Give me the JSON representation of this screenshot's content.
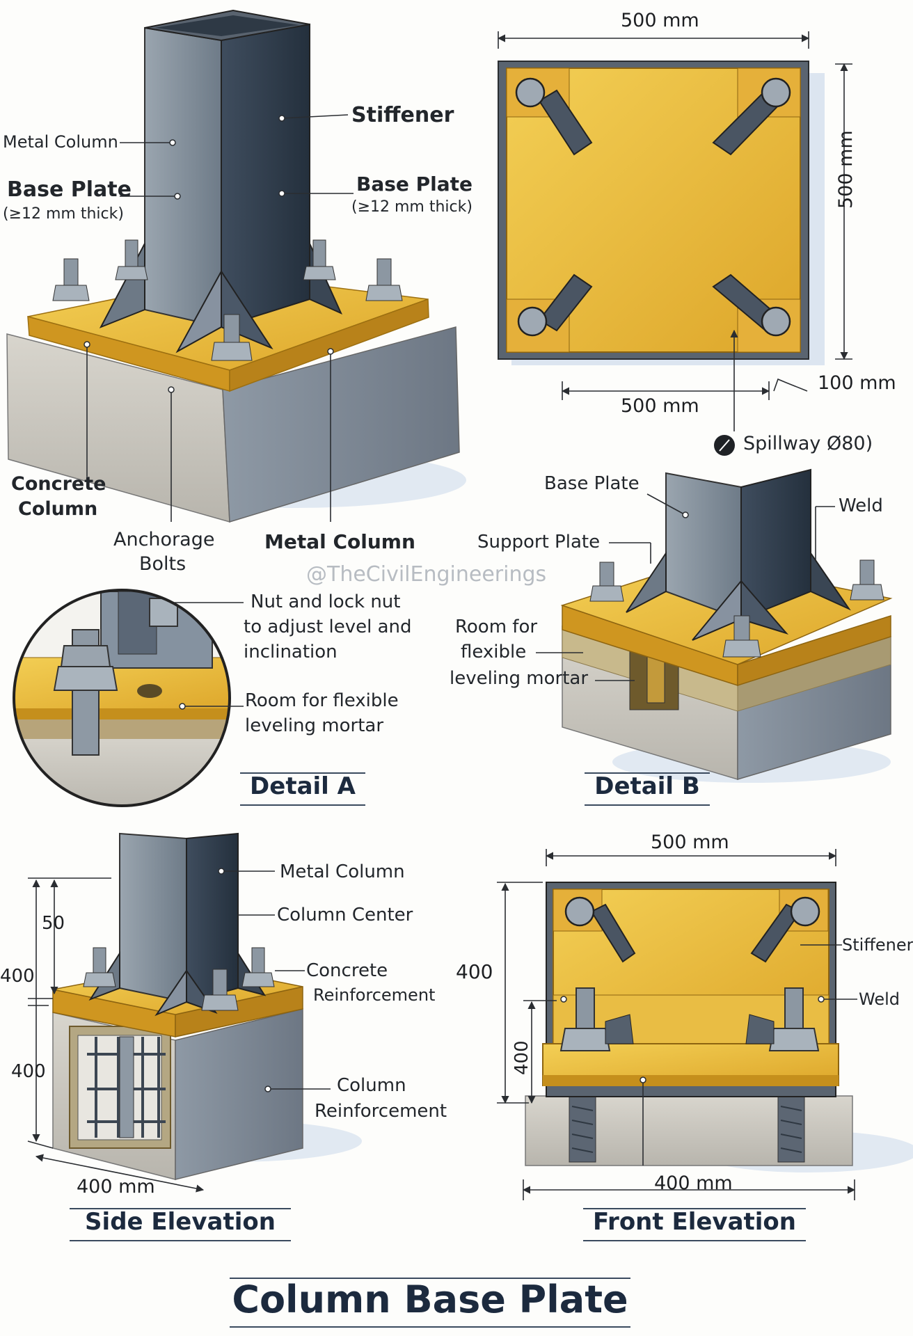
{
  "watermark": "@TheCivilEngineerings",
  "title": "Column Base Plate",
  "panels": {
    "iso": {
      "metal_column_top": "Metal Column",
      "base_plate_bold": "Base Plate",
      "base_plate_thick": "(≥12 mm thick)",
      "stiffener": "Stiffener",
      "base_plate_right": "Base Plate",
      "base_plate_right_thick": "(≥12 mm thick)",
      "concrete_column_1": "Concrete",
      "concrete_column_2": "Column",
      "anchorage_1": "Anchorage",
      "anchorage_2": "Bolts",
      "metal_column_bottom": "Metal Column"
    },
    "plan": {
      "dim_top": "500 mm",
      "dim_right": "500 mm",
      "dim_bottom": "500 mm",
      "dim_offset": "100 mm",
      "spillway": "Spillway Ø80)"
    },
    "detail_a": {
      "heading": "Detail A",
      "nut_1": "Nut and lock nut",
      "nut_2": "to adjust level and",
      "nut_3": "inclination",
      "room_1": "Room for flexible",
      "room_2": "leveling mortar"
    },
    "detail_b": {
      "heading": "Detail B",
      "base_plate": "Base Plate",
      "weld": "Weld",
      "support_plate": "Support Plate",
      "room_1": "Room for",
      "room_2": "flexible",
      "room_3": "leveling mortar"
    },
    "side": {
      "heading": "Side Elevation",
      "metal_column": "Metal Column",
      "column_center": "Column Center",
      "concrete": "Concrete",
      "reinforcement": "Reinforcement",
      "column": "Column",
      "column_reinf": "Reinforcement",
      "dim_50": "50",
      "dim_400_top": "400",
      "dim_400_mid": "400",
      "dim_400_bottom": "400 mm"
    },
    "front": {
      "heading": "Front Elevation",
      "dim_top": "500 mm",
      "dim_left": "400",
      "dim_inner": "400",
      "dim_bottom": "400 mm",
      "stiffener": "Stiffener",
      "weld": "Weld"
    }
  },
  "colors": {
    "plate": "#e8b532",
    "plate_dark": "#c58f1c",
    "steel": "#7f8b97",
    "steel_dark": "#3d4957",
    "concrete": "#c9c6be",
    "concrete_dark": "#8f8d88",
    "shadow": "#c8d6ea"
  }
}
